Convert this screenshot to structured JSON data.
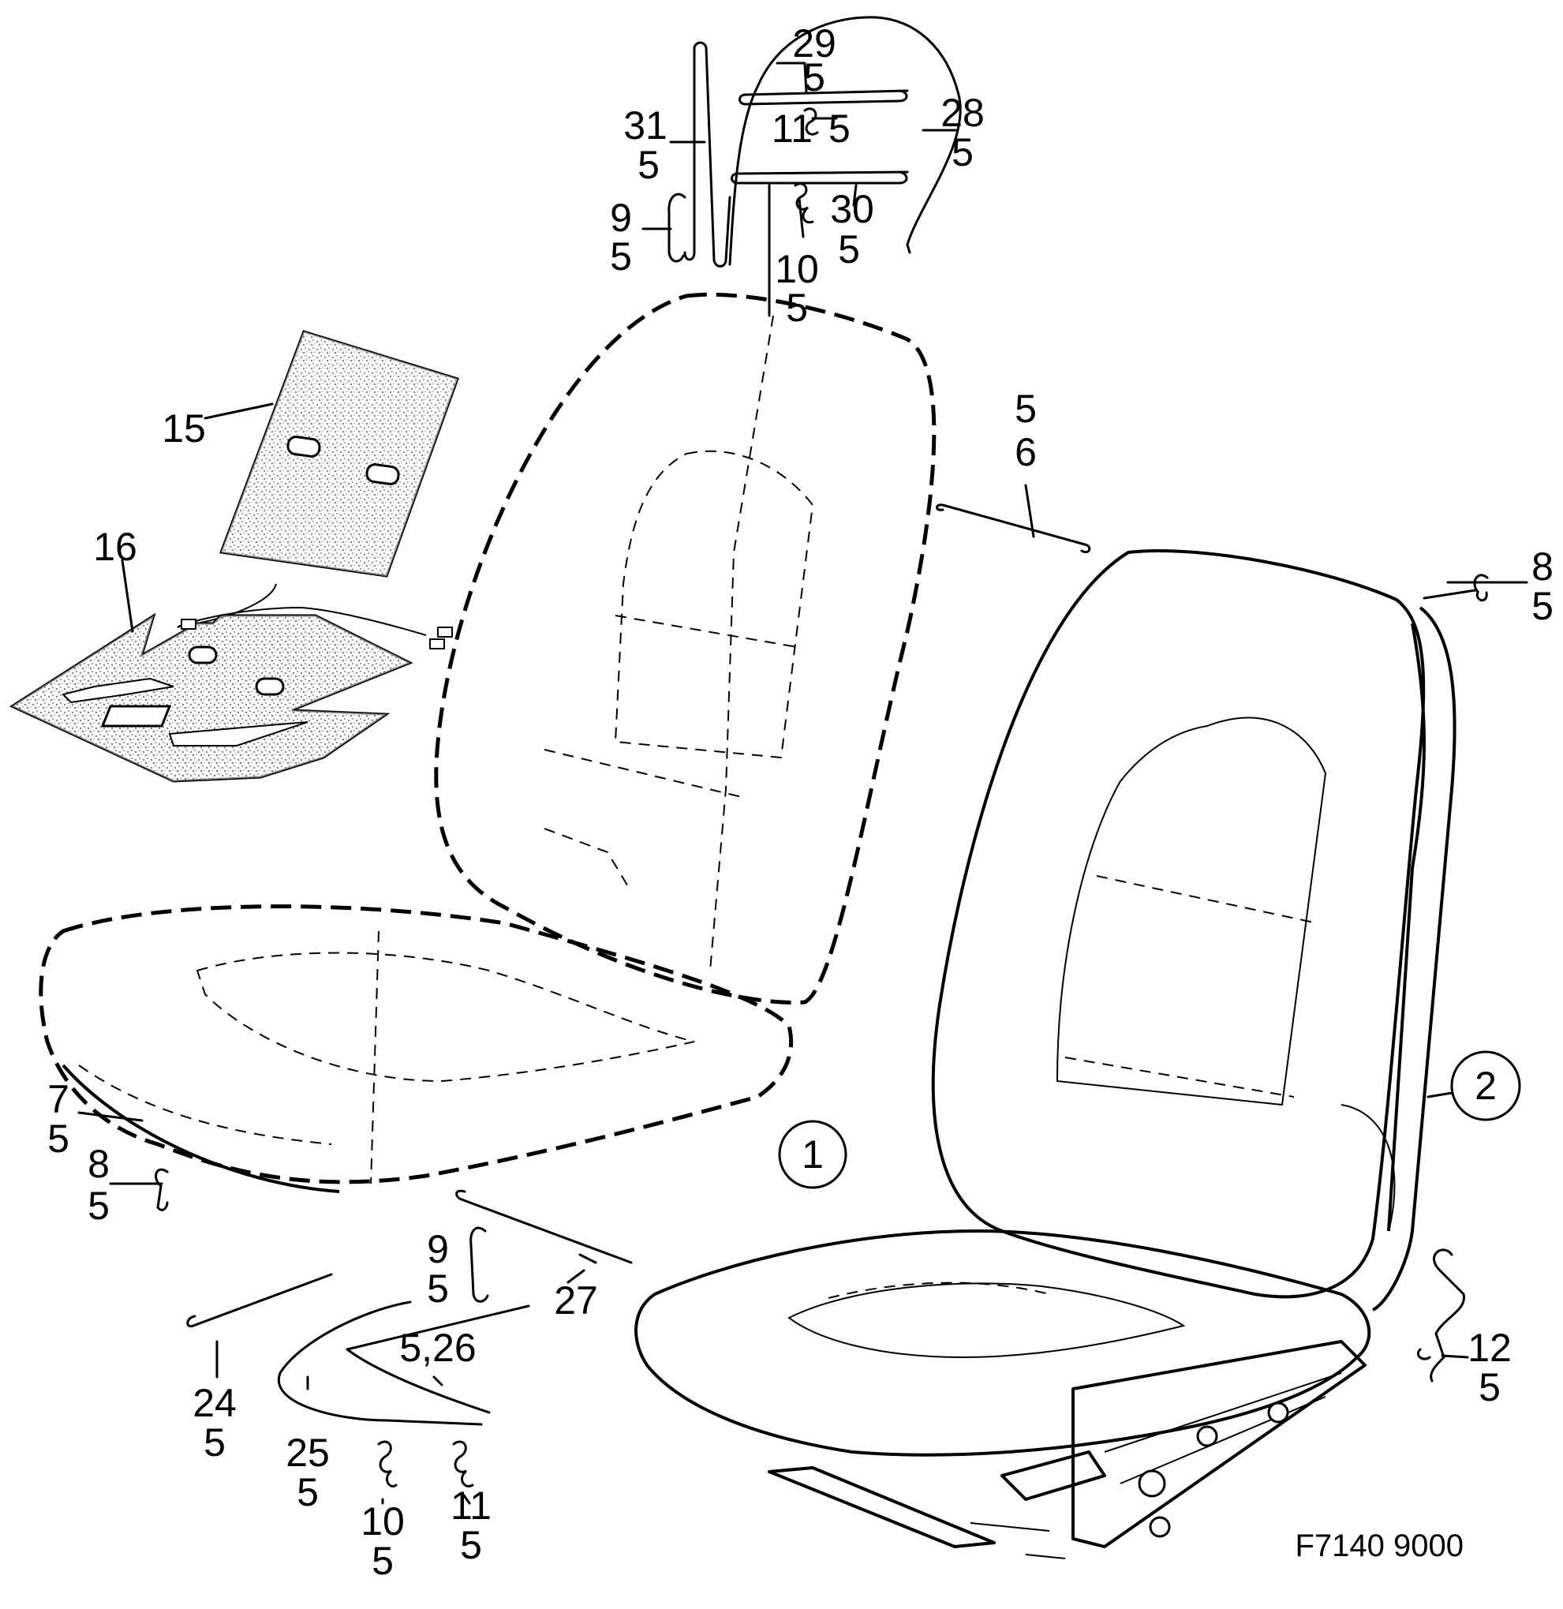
{
  "figure_code": "F7140 9000",
  "views": [
    {
      "marker": "1",
      "desc": "Exploded seat"
    },
    {
      "marker": "2",
      "desc": "Assembled seat"
    }
  ],
  "callouts": [
    {
      "id": "c29",
      "lines": [
        "29",
        "5"
      ]
    },
    {
      "id": "c28",
      "lines": [
        "28",
        "5"
      ]
    },
    {
      "id": "c31",
      "lines": [
        "31",
        "5"
      ]
    },
    {
      "id": "c11a",
      "lines": [
        "11",
        "5"
      ]
    },
    {
      "id": "c30",
      "lines": [
        "30",
        "5"
      ]
    },
    {
      "id": "c9a",
      "lines": [
        "9",
        "5"
      ]
    },
    {
      "id": "c10a",
      "lines": [
        "10",
        "5"
      ]
    },
    {
      "id": "c15",
      "lines": [
        "15"
      ]
    },
    {
      "id": "c16",
      "lines": [
        "16"
      ]
    },
    {
      "id": "c56",
      "lines": [
        "5",
        "6"
      ]
    },
    {
      "id": "c8a",
      "lines": [
        "8",
        "5"
      ]
    },
    {
      "id": "c7",
      "lines": [
        "7",
        "5"
      ]
    },
    {
      "id": "c8b",
      "lines": [
        "8",
        "5"
      ]
    },
    {
      "id": "c9b",
      "lines": [
        "9",
        "5"
      ]
    },
    {
      "id": "c27",
      "lines": [
        "27"
      ]
    },
    {
      "id": "c24",
      "lines": [
        "24",
        "5"
      ]
    },
    {
      "id": "c526",
      "lines": [
        "5,26"
      ]
    },
    {
      "id": "c25",
      "lines": [
        "25",
        "5"
      ]
    },
    {
      "id": "c10b",
      "lines": [
        "10",
        "5"
      ]
    },
    {
      "id": "c11b",
      "lines": [
        "11",
        "5"
      ]
    },
    {
      "id": "c12",
      "lines": [
        "12",
        "5"
      ]
    }
  ]
}
